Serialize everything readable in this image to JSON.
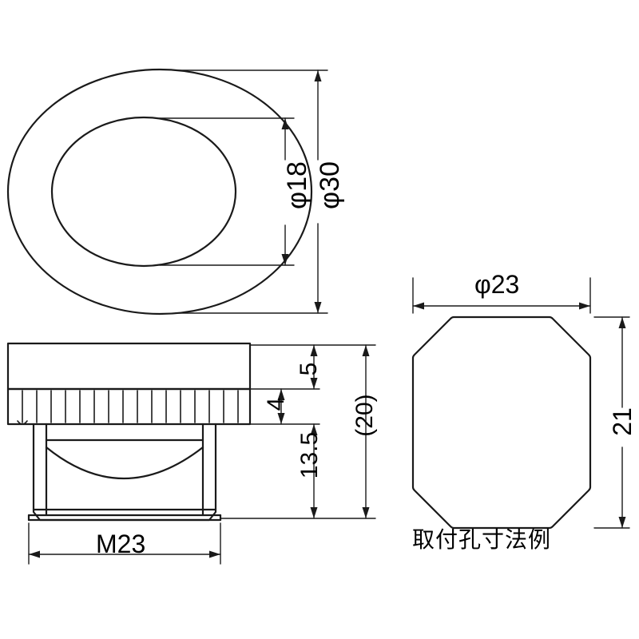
{
  "drawing": {
    "title": "",
    "views": {
      "top_view": {
        "name": "top-view-annulus",
        "outer_diameter_label": "φ30",
        "inner_diameter_label": "φ18"
      },
      "side_view": {
        "name": "side-view-knob",
        "thread_label": "M23",
        "dim_5": "5",
        "dim_4": "4",
        "dim_13_5": "13.5",
        "dim_20": "(20)"
      },
      "hole_view": {
        "name": "mounting-hole-view",
        "width_label": "φ23",
        "height_label": "21",
        "caption": "取付孔寸法例"
      }
    }
  },
  "labels": {
    "phi30": "φ30",
    "phi18": "φ18",
    "phi23": "φ23",
    "m23": "M23",
    "d5": "5",
    "d4": "4",
    "d13_5": "13.5",
    "d20": "(20)",
    "d21": "21",
    "caption_jp": "取付孔寸法例"
  },
  "style": {
    "line_color": "#1a1a1a",
    "background": "#ffffff"
  }
}
